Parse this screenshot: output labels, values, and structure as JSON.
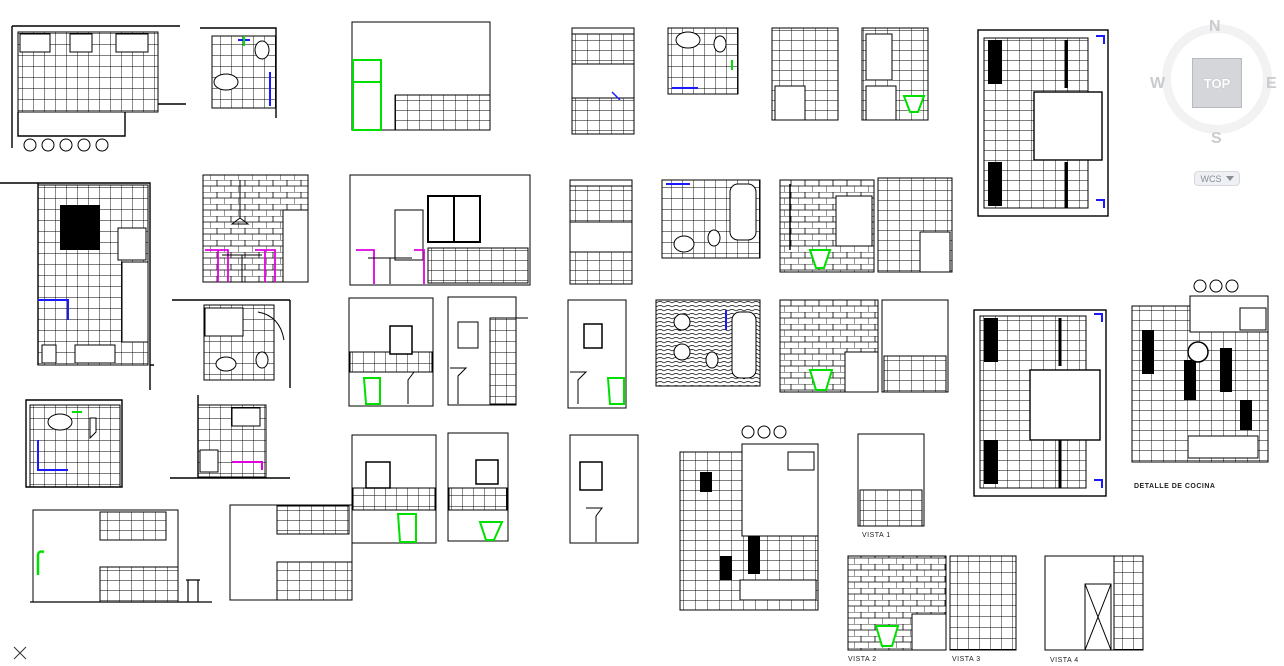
{
  "viewcube": {
    "face_label": "TOP",
    "north": "N",
    "south": "S",
    "east": "E",
    "west": "W",
    "coord_system": "WCS",
    "coord_dropdown_icon": "chevron-down-icon"
  },
  "drawing_labels": {
    "detalle_cocina": "DETALLE DE COCINA",
    "vista_1": "VISTA 1",
    "vista_2": "VISTA 2",
    "vista_3": "VISTA 3",
    "vista_4": "VISTA 4"
  },
  "colors": {
    "background": "#ffffff",
    "line": "#000000",
    "fixture": "#00e000",
    "pipe": "#1a1aff",
    "furniture": "#e000e0",
    "viewcube": "#d4d6da"
  },
  "icons": {
    "ucs": "ucs-cross-icon"
  }
}
